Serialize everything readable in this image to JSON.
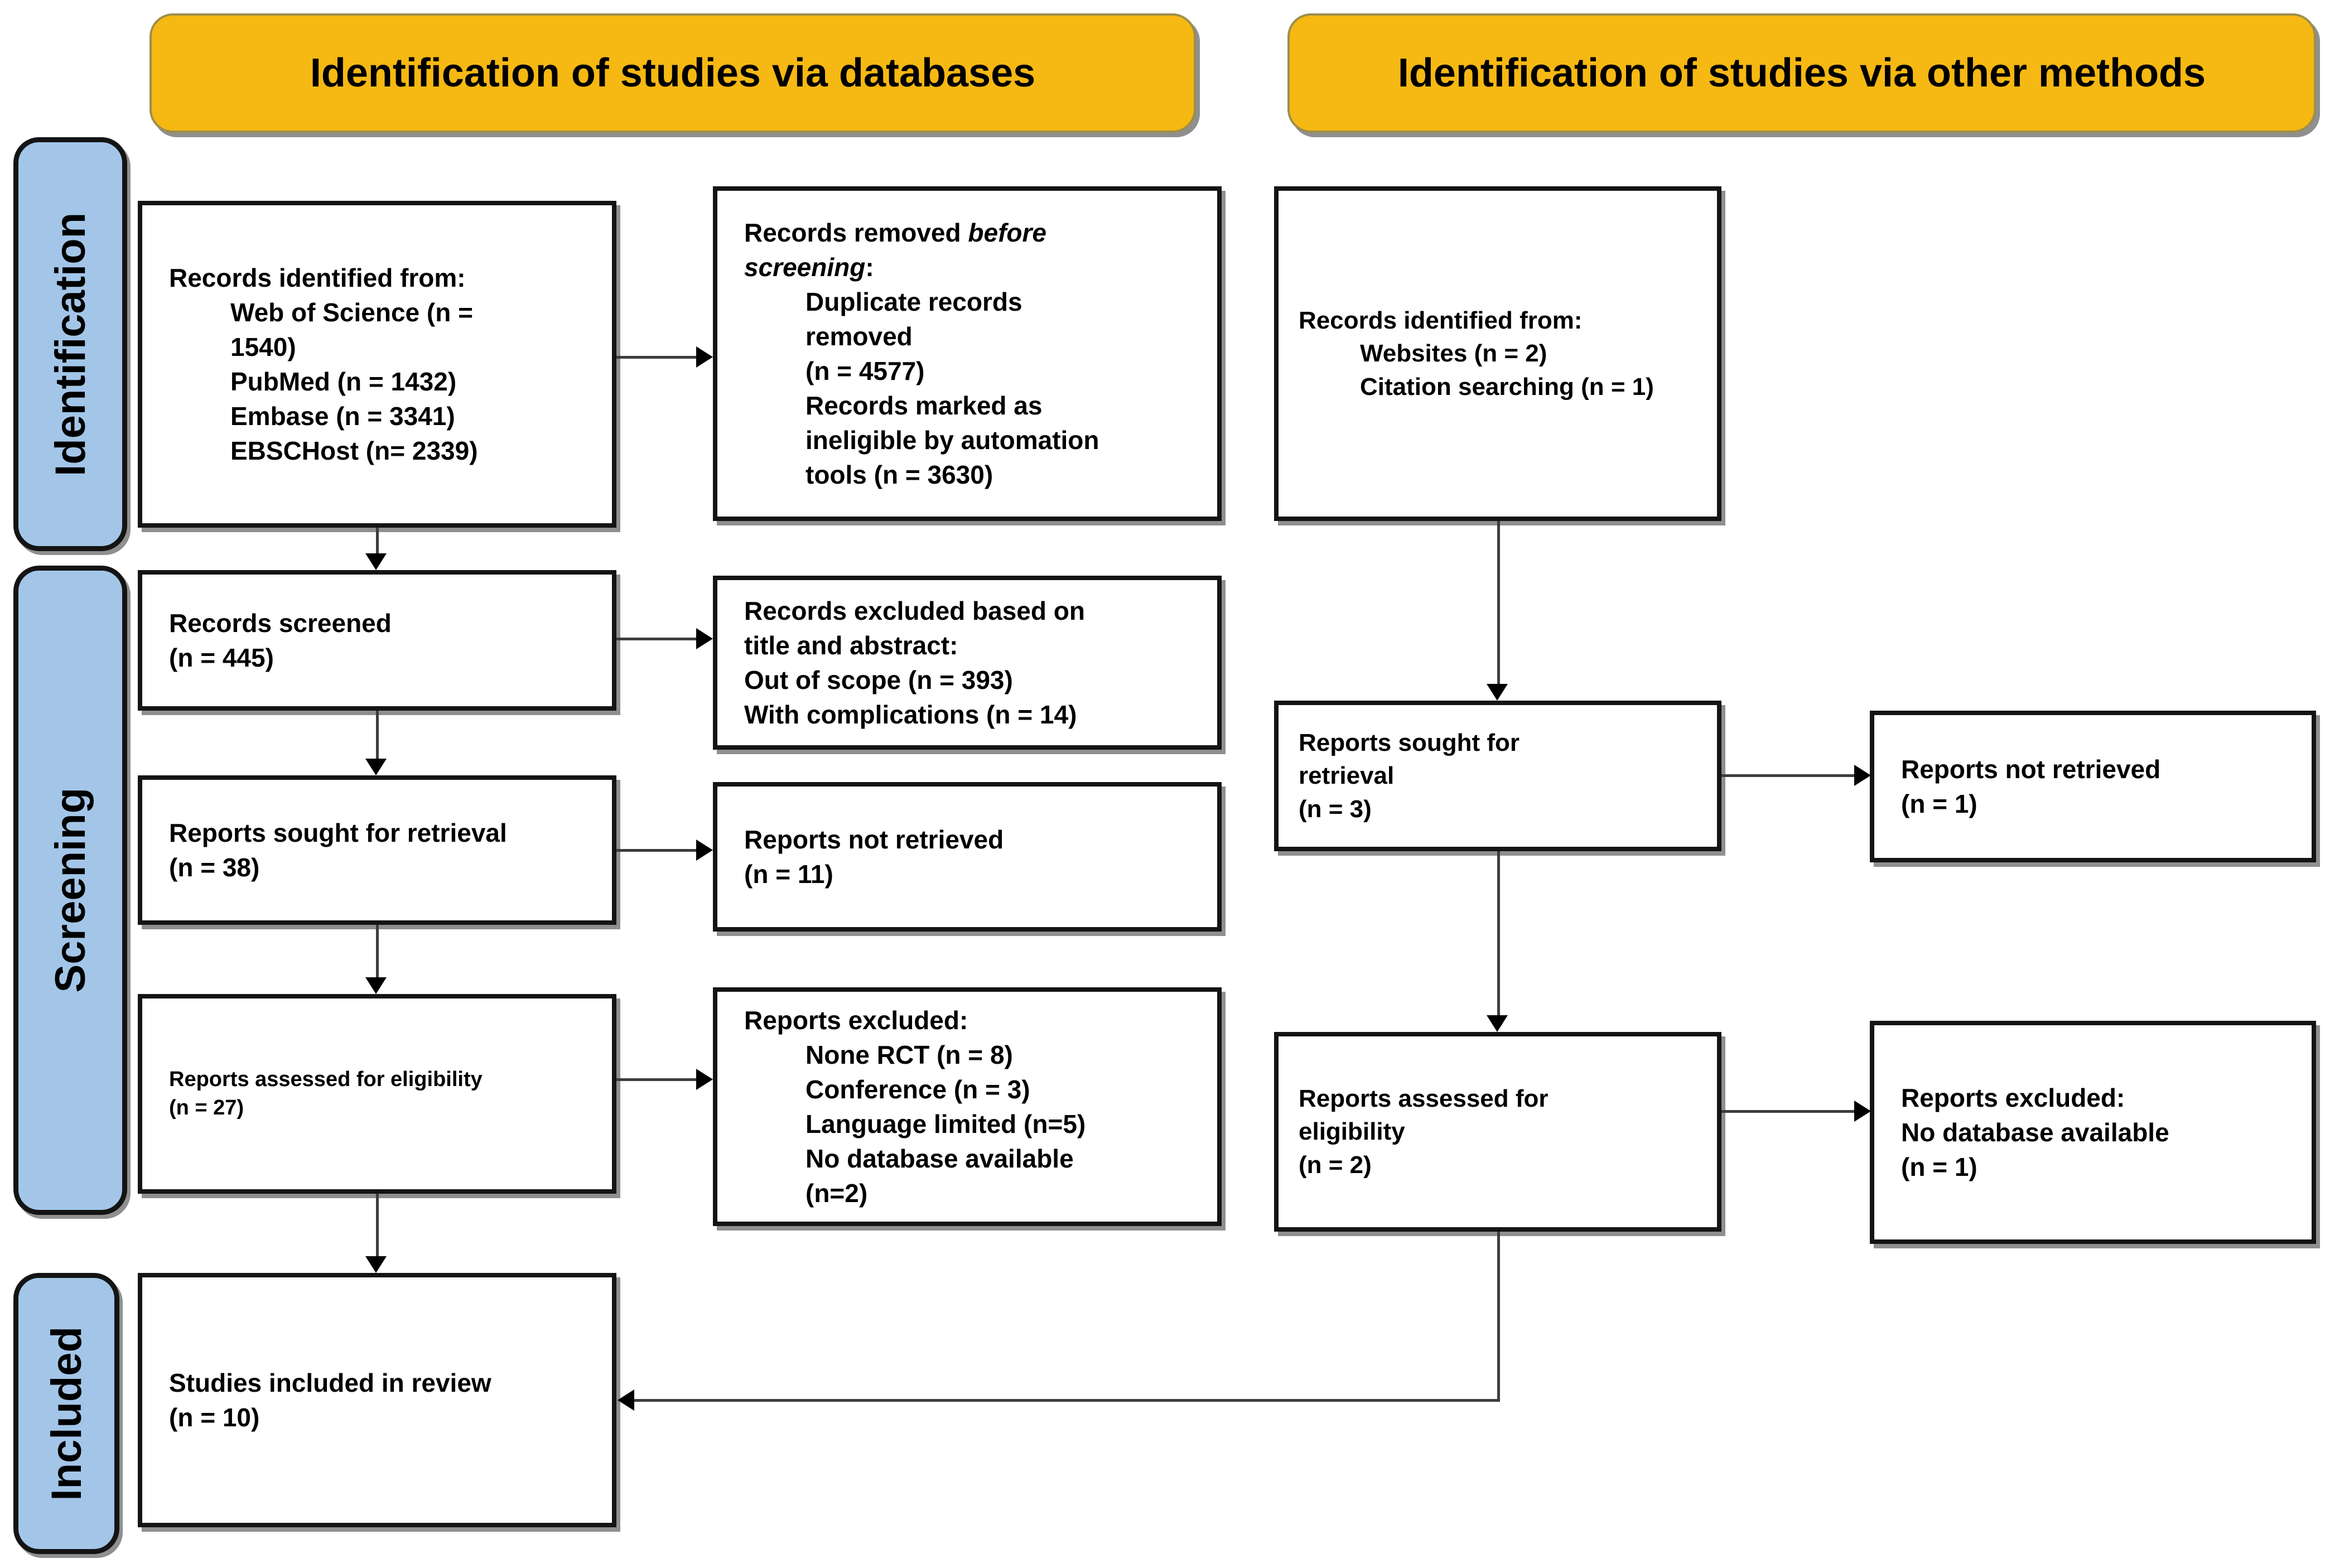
{
  "colors": {
    "header_fill": "#F6B812",
    "stage_fill": "#A3C6E8",
    "box_border": "#141414",
    "arrow": "#3d3d3d"
  },
  "headers": {
    "databases": "Identification of studies via databases",
    "other_methods": "Identification of studies via other methods"
  },
  "stages": {
    "identification": "Identification",
    "screening": "Screening",
    "included": "Included"
  },
  "boxes": {
    "b1": {
      "title": "Records identified from databases",
      "lines": [
        {
          "parts": [
            {
              "t": "Records identified from:"
            }
          ]
        },
        {
          "indent": true,
          "parts": [
            {
              "t": "Web of Science (n ="
            }
          ]
        },
        {
          "indent": true,
          "parts": [
            {
              "t": "1540)"
            }
          ]
        },
        {
          "indent": true,
          "parts": [
            {
              "t": "PubMed (n = 1432)"
            }
          ]
        },
        {
          "indent": true,
          "parts": [
            {
              "t": "Embase (n = 3341)"
            }
          ]
        },
        {
          "indent": true,
          "parts": [
            {
              "t": "EBSCHost (n= 2339)"
            }
          ]
        }
      ]
    },
    "b2": {
      "title": "Records removed before screening",
      "lines": [
        {
          "parts": [
            {
              "t": "Records removed "
            },
            {
              "t": "before",
              "i": true
            }
          ]
        },
        {
          "parts": [
            {
              "t": "screening",
              "i": true
            },
            {
              "t": ":"
            }
          ]
        },
        {
          "indent": true,
          "parts": [
            {
              "t": "Duplicate records"
            }
          ]
        },
        {
          "indent": true,
          "parts": [
            {
              "t": "removed"
            }
          ]
        },
        {
          "indent": true,
          "parts": [
            {
              "t": "(n = 4577)"
            }
          ]
        },
        {
          "indent": true,
          "parts": [
            {
              "t": "Records marked as"
            }
          ]
        },
        {
          "indent": true,
          "parts": [
            {
              "t": "ineligible by automation"
            }
          ]
        },
        {
          "indent": true,
          "parts": [
            {
              "t": "tools (n = 3630)"
            }
          ]
        }
      ]
    },
    "b3": {
      "title": "Records identified from other methods",
      "lines": [
        {
          "parts": [
            {
              "t": "Records identified from:"
            }
          ]
        },
        {
          "indent": true,
          "parts": [
            {
              "t": "Websites (n = 2)"
            }
          ]
        },
        {
          "indent": true,
          "parts": [
            {
              "t": "Citation searching (n = 1)"
            }
          ]
        }
      ]
    },
    "b4": {
      "title": "Records screened",
      "lines": [
        {
          "parts": [
            {
              "t": "Records screened"
            }
          ]
        },
        {
          "parts": [
            {
              "t": "(n = 445)"
            }
          ]
        }
      ]
    },
    "b5": {
      "title": "Records excluded",
      "lines": [
        {
          "parts": [
            {
              "t": "Records excluded based on"
            }
          ]
        },
        {
          "parts": [
            {
              "t": "title and abstract:"
            }
          ]
        },
        {
          "parts": [
            {
              "t": "Out of scope (n = 393)"
            }
          ]
        },
        {
          "parts": [
            {
              "t": "With complications (n = 14)"
            }
          ]
        }
      ]
    },
    "b6": {
      "title": "Reports sought for retrieval (databases)",
      "lines": [
        {
          "parts": [
            {
              "t": "Reports sought for retrieval"
            }
          ]
        },
        {
          "parts": [
            {
              "t": "(n = 38)"
            }
          ]
        }
      ]
    },
    "b7": {
      "title": "Reports not retrieved (databases)",
      "lines": [
        {
          "parts": [
            {
              "t": "Reports not retrieved"
            }
          ]
        },
        {
          "parts": [
            {
              "t": "(n = 11)"
            }
          ]
        }
      ]
    },
    "b8": {
      "title": "Reports sought for retrieval (other)",
      "lines": [
        {
          "parts": [
            {
              "t": "Reports sought for"
            }
          ]
        },
        {
          "parts": [
            {
              "t": "retrieval"
            }
          ]
        },
        {
          "parts": [
            {
              "t": "(n = 3)"
            }
          ]
        }
      ]
    },
    "b9": {
      "title": "Reports not retrieved (other)",
      "lines": [
        {
          "parts": [
            {
              "t": "Reports not retrieved"
            }
          ]
        },
        {
          "parts": [
            {
              "t": "(n = 1)"
            }
          ]
        }
      ]
    },
    "b10": {
      "title": "Reports assessed for eligibility (databases)",
      "lines": [
        {
          "parts": [
            {
              "t": "Reports assessed for eligibility"
            }
          ]
        },
        {
          "parts": [
            {
              "t": "(n = 27)"
            }
          ]
        }
      ]
    },
    "b11": {
      "title": "Reports excluded (databases)",
      "lines": [
        {
          "parts": [
            {
              "t": "Reports excluded:"
            }
          ]
        },
        {
          "indent": true,
          "parts": [
            {
              "t": "None RCT (n = 8)"
            }
          ]
        },
        {
          "indent": true,
          "parts": [
            {
              "t": "Conference (n = 3)"
            }
          ]
        },
        {
          "indent": true,
          "parts": [
            {
              "t": "Language limited (n=5)"
            }
          ]
        },
        {
          "indent": true,
          "parts": [
            {
              "t": "No database available"
            }
          ]
        },
        {
          "indent": true,
          "parts": [
            {
              "t": "(n=2)"
            }
          ]
        }
      ]
    },
    "b12": {
      "title": "Reports assessed for eligibility (other)",
      "lines": [
        {
          "parts": [
            {
              "t": "Reports assessed for"
            }
          ]
        },
        {
          "parts": [
            {
              "t": "eligibility"
            }
          ]
        },
        {
          "parts": [
            {
              "t": "(n = 2)"
            }
          ]
        }
      ]
    },
    "b13": {
      "title": "Reports excluded (other)",
      "lines": [
        {
          "parts": [
            {
              "t": "Reports excluded:"
            }
          ]
        },
        {
          "parts": [
            {
              "t": "No database available"
            }
          ]
        },
        {
          "parts": [
            {
              "t": "(n = 1)"
            }
          ]
        }
      ]
    },
    "b14": {
      "title": "Studies included in review",
      "lines": [
        {
          "parts": [
            {
              "t": "Studies included in review"
            }
          ]
        },
        {
          "parts": [
            {
              "t": "(n = 10)"
            }
          ]
        }
      ]
    }
  }
}
